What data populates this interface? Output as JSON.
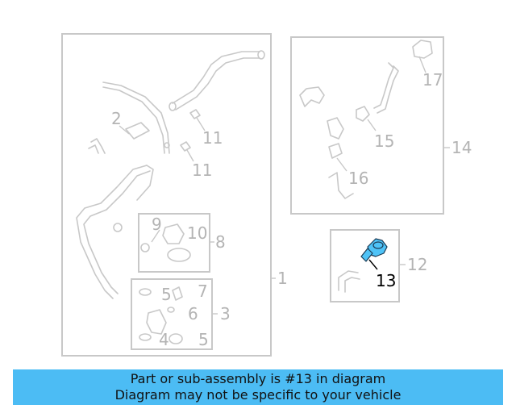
{
  "diagram": {
    "highlighted_part": "13",
    "labels": {
      "p1": "1",
      "p2": "2",
      "p3": "3",
      "p5a": "5",
      "p5b": "5",
      "p6": "6",
      "p7": "7",
      "p8": "8",
      "p9": "9",
      "p10": "10",
      "p11a": "11",
      "p11b": "11",
      "p12": "12",
      "p13": "13",
      "p14": "14",
      "p15": "15",
      "p16": "16",
      "p17": "17",
      "p4": "4"
    }
  },
  "colors": {
    "highlight": "#4fc3f7",
    "banner": "#4cbcf4",
    "outline": "#c8c8c8"
  },
  "banner": {
    "line1": "Part or sub-assembly is #13 in diagram",
    "line2": "Diagram may not be specific to your vehicle"
  }
}
